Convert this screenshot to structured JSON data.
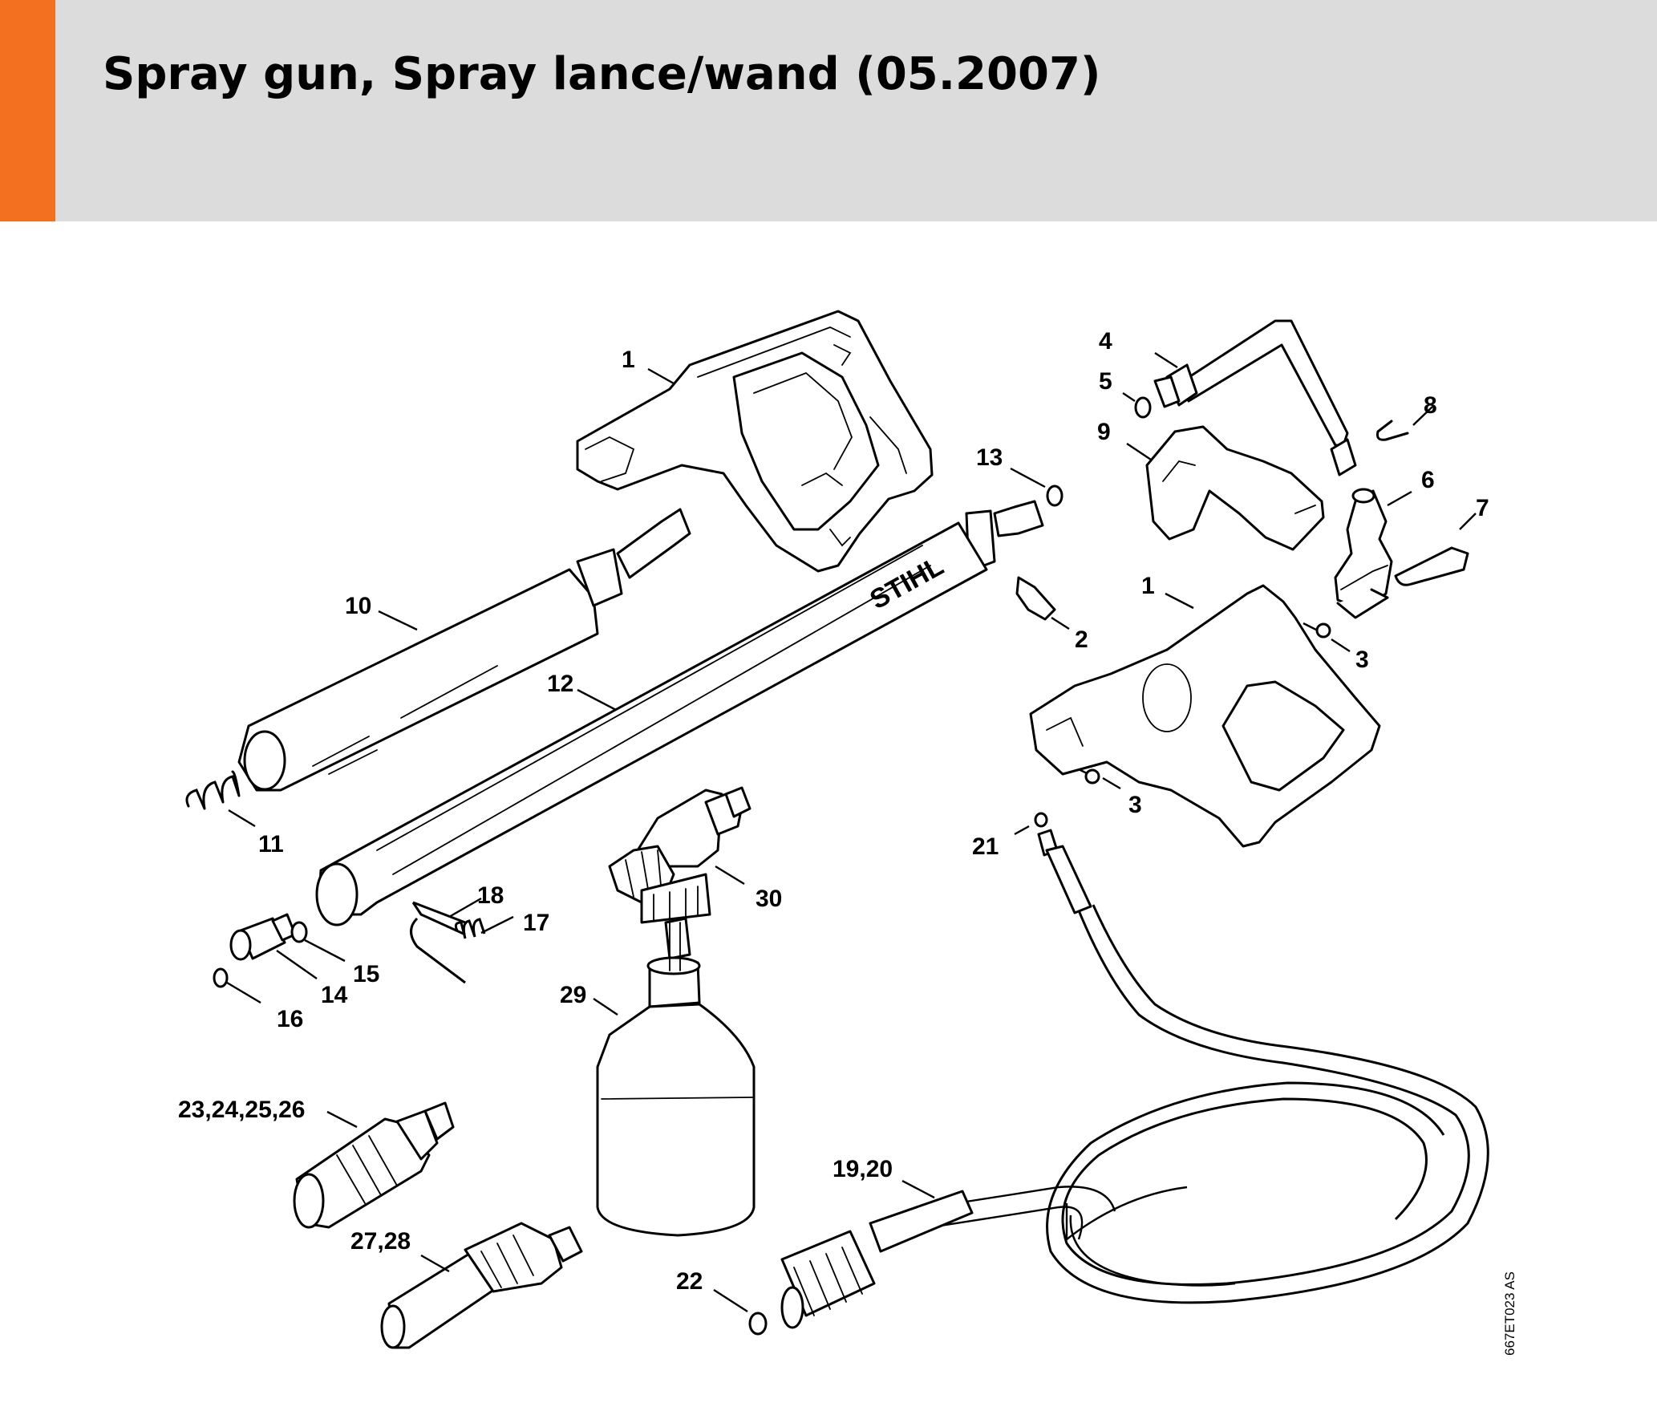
{
  "header": {
    "title": "Spray gun, Spray lance/wand (05.2007)",
    "background_color": "#dcdcdc",
    "accent_color": "#f37021"
  },
  "diagram": {
    "drawing_code": "667ET023 AS",
    "callouts": {
      "c1a": "1",
      "c1b": "1",
      "c2": "2",
      "c3a": "3",
      "c3b": "3",
      "c4": "4",
      "c5": "5",
      "c6": "6",
      "c7": "7",
      "c8": "8",
      "c9": "9",
      "c10": "10",
      "c11": "11",
      "c12": "12",
      "c13": "13",
      "c14": "14",
      "c15": "15",
      "c16": "16",
      "c17": "17",
      "c18": "18",
      "c19_20": "19,20",
      "c21": "21",
      "c22": "22",
      "c23_26": "23,24,25,26",
      "c27_28": "27,28",
      "c29": "29",
      "c30": "30"
    }
  }
}
